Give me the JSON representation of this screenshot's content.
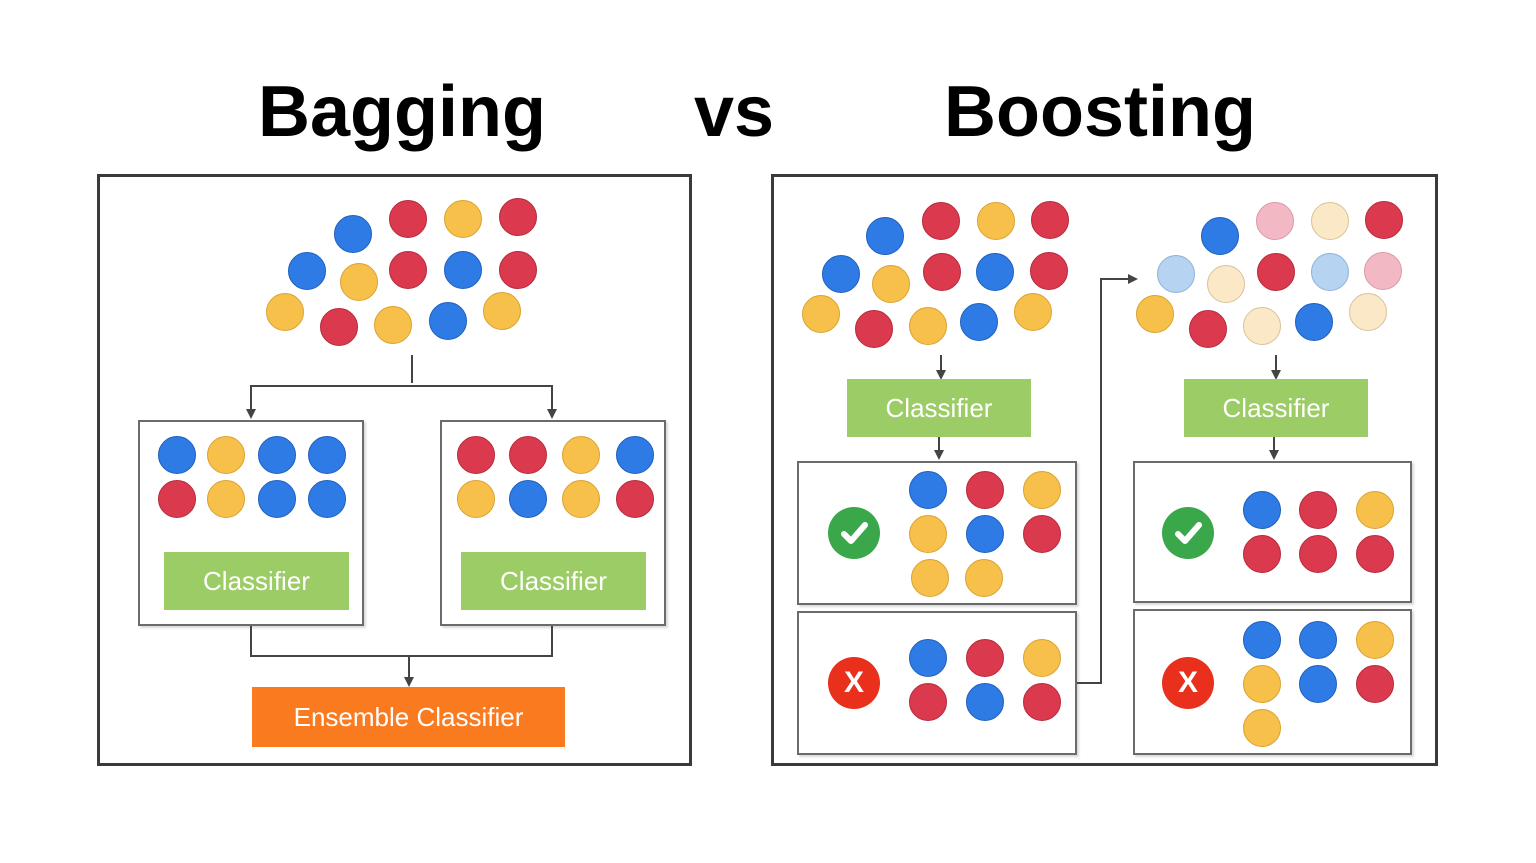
{
  "titles": {
    "left": "Bagging",
    "middle": "vs",
    "right": "Boosting"
  },
  "colors": {
    "blue": "#2f7be6",
    "red": "#db3a4e",
    "yellow": "#f7c04a",
    "faded_red": "#f2b8c4",
    "faded_yellow": "#fbe8c6",
    "faded_blue": "#b7d3f2",
    "classifier_green": "#9ccc65",
    "ensemble_orange": "#f97a1f",
    "correct_green": "#3aa84a",
    "wrong_red": "#e8301c"
  },
  "bagging": {
    "classifier_1_label": "Classifier",
    "classifier_2_label": "Classifier",
    "ensemble_label": "Ensemble Classifier"
  },
  "boosting": {
    "classifier_1_label": "Classifier",
    "classifier_2_label": "Classifier",
    "correct_icon": "checkmark-icon",
    "wrong_icon": "x-icon",
    "wrong_symbol": "X"
  }
}
